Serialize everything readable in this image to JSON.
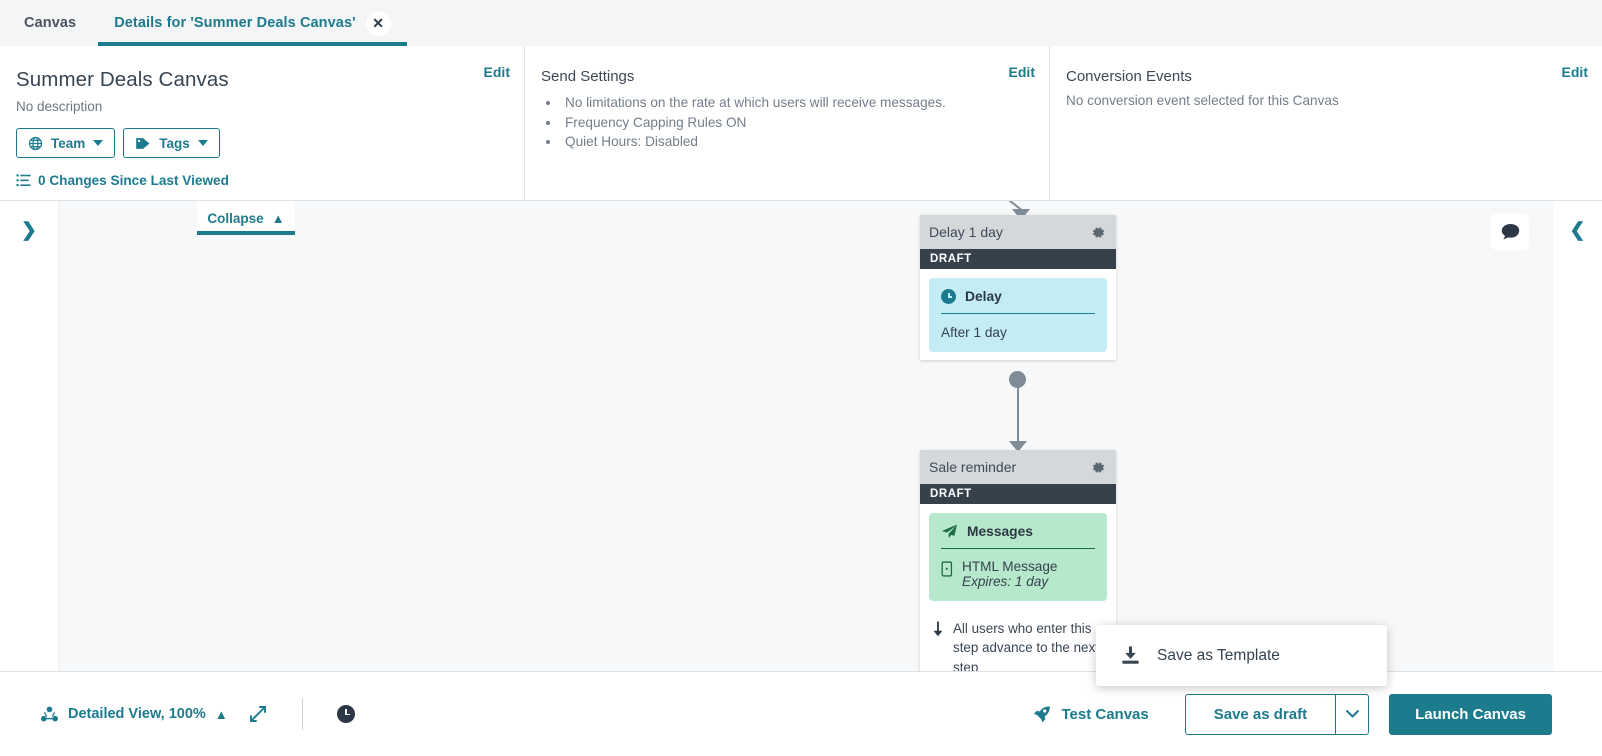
{
  "tabs": [
    {
      "label": "Canvas",
      "active": false,
      "closable": false
    },
    {
      "label": "Details for 'Summer Deals Canvas'",
      "active": true,
      "closable": true
    }
  ],
  "details": {
    "canvas": {
      "title": "Summer Deals Canvas",
      "description": "No description",
      "edit_label": "Edit",
      "team_chip": "Team",
      "tags_chip": "Tags",
      "changes_label": "0 Changes Since Last Viewed"
    },
    "send_settings": {
      "title": "Send Settings",
      "edit_label": "Edit",
      "bullets": [
        "No limitations on the rate at which users will receive messages.",
        "Frequency Capping Rules ON",
        "Quiet Hours: Disabled"
      ]
    },
    "conversion_events": {
      "title": "Conversion Events",
      "edit_label": "Edit",
      "note": "No conversion event selected for this Canvas"
    }
  },
  "board": {
    "collapse_label": "Collapse",
    "steps": [
      {
        "name": "Delay 1 day",
        "status": "DRAFT",
        "card_type": "Delay",
        "card_detail": "After 1 day",
        "accent": "#c4ecf4"
      },
      {
        "name": "Sale reminder",
        "status": "DRAFT",
        "card_type": "Messages",
        "message_name": "HTML Message",
        "message_expires": "Expires: 1 day",
        "footer_note": "All users who enter this step advance to the next step",
        "accent": "#b6e8cb"
      }
    ]
  },
  "popup": {
    "save_as_template": "Save as Template"
  },
  "bottom_bar": {
    "zoom_label": "Detailed View, 100%",
    "test_canvas": "Test Canvas",
    "save_as_draft": "Save as draft",
    "launch_canvas": "Launch Canvas"
  },
  "colors": {
    "teal": "#1d7b8e",
    "draft_bar": "#36414c",
    "step_header": "#d4d8db",
    "delay_card": "#c4ecf4",
    "message_card": "#b6e8cb",
    "connector": "#7f8b96"
  }
}
